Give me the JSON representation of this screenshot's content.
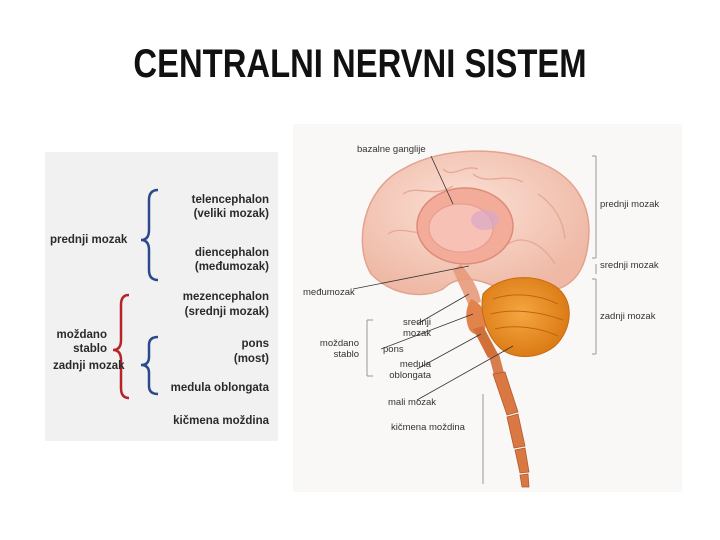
{
  "title": "CENTRALNI NERVNI SISTEM",
  "left": {
    "prednji_mozak": "prednji mozak",
    "telencephalon": "telencephalon",
    "veliki_mozak": "(veliki mozak)",
    "diencephalon": "diencephalon",
    "medjumozak": "(međumozak)",
    "mezencephalon": "mezencephalon",
    "srednji_mozak": "(srednji mozak)",
    "mozdano": "moždano",
    "stablo": "stablo",
    "zadnji_mozak": "zadnji mozak",
    "pons": "pons",
    "most": "(most)",
    "medula": "medula oblongata",
    "kicmena": "kičmena moždina"
  },
  "right": {
    "bazalne": "bazalne ganglije",
    "prednji_mozak": "prednji mozak",
    "srednji_mozak": "srednji mozak",
    "zadnji_mozak": "zadnji mozak",
    "medjumozak": "međumozak",
    "mozdano": "moždano",
    "stablo": "stablo",
    "srednji": "srednji",
    "mozak": "mozak",
    "pons": "pons",
    "medula": "medula",
    "oblongata": "oblongata",
    "mali_mozak": "mali mozak",
    "kicmena": "kičmena moždina"
  },
  "colors": {
    "brace_blue": "#2a4a8c",
    "brace_red": "#b8232a",
    "brain": "#f4c7b8",
    "brain_dark": "#e2a08e",
    "cerebellum": "#e8891f",
    "stem": "#d2703a"
  }
}
